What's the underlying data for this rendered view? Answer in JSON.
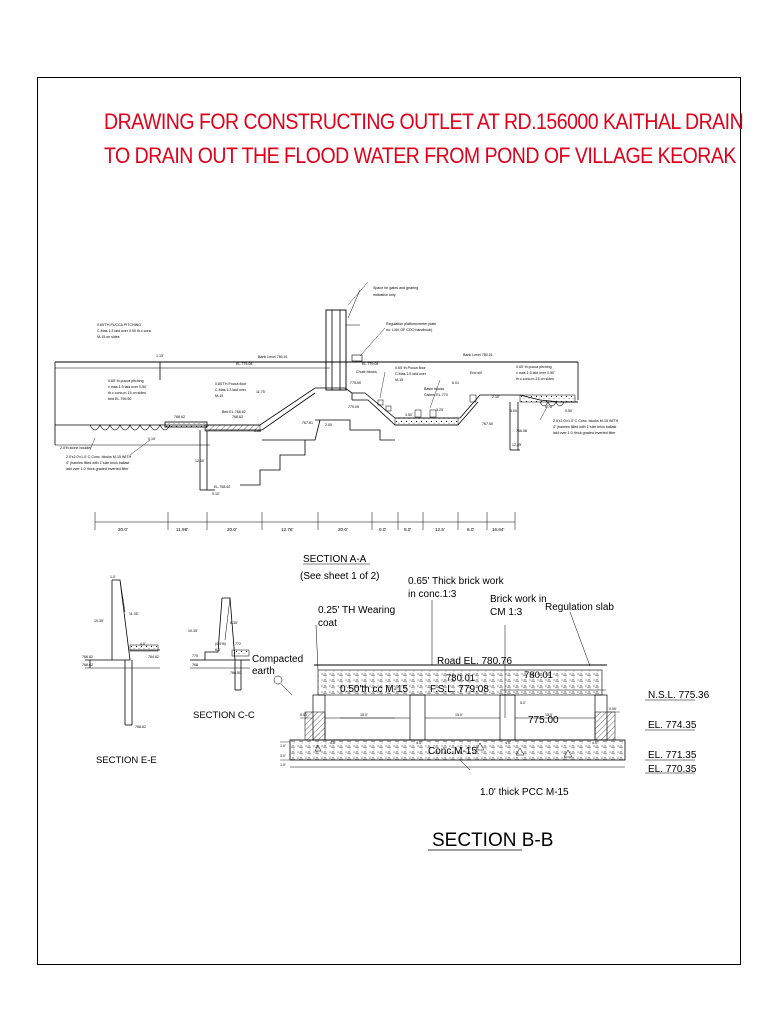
{
  "title": {
    "line1": "DRAWING FOR CONSTRUCTING OUTLET AT RD.156000 KAITHAL DRAIN",
    "line2": "TO DRAIN OUT THE FLOOD WATER FROM POND OF VILLAGE KEORAK"
  },
  "section_aa": {
    "label": "SECTION A-A",
    "ref": "(See sheet 1 of 2)",
    "notes": {
      "space_gates_1": "Space for gates and gearing",
      "space_gates_2": "indicative only",
      "reg_platform_1": "Regulation platform/meter plate",
      "reg_platform_2": "no. LXIII OF CDO handbook)",
      "pitching_top_1": "0.65'TH.PUCCA PITCHING",
      "pitching_top_2": "C.Mas.1:3 laid over 0.50 th.c.conc",
      "pitching_top_3": "M-15 on sides",
      "bank_left": "Bank Level 780.01",
      "bank_right": "Bank Level 780.01",
      "el_left": "EL.779.08",
      "el_mid": "EL.779.08",
      "top_left": "1.15'",
      "pitch_left_1": "0.65' th.pucca pitching",
      "pitch_left_2": "c.mas.1:3 laid over 0.50'",
      "pitch_left_3": "th.c.conc.m-15 on sides",
      "pitch_left_4": "bed EL.795.50",
      "floor_1": "0.65'TH.Pucca floor",
      "floor_2": "C.Mas.1:3 laid over",
      "floor_3": "M-15",
      "bed_el": "Bed EL.768.62",
      "v1175": "11.75'",
      "v775": "775.50",
      "v779": "779.05",
      "chute": "Chute blocks",
      "pucca_r1": "0.65' th.Pucca floor",
      "pucca_r2": "C.Mas.1:5 laid over",
      "pucca_r3": "M-15",
      "basin": "Basin blocks",
      "cistern": "Cistern EL.773",
      "end_sill": "End sill",
      "pitch_r1": "0.65' th.pucca pitching",
      "pitch_r2": "c.mas.1:3 laid over 0.50'",
      "pitch_r3": "th.c.conc.m-15 on sides",
      "v601": "6.01",
      "v210": "2.10'",
      "v078": "0.78'",
      "v050": "0.50'",
      "v500": "5.00",
      "v450": "4.50'",
      "v325": "3.25'",
      "v7658": "766.58",
      "v767": "767.50",
      "v7681": "768.62",
      "v7682": "768.62",
      "v7675": "767.81",
      "v200": "2.00",
      "v010": "0.10'",
      "v1210": "12.10'",
      "v1mid": "1.25'",
      "boulder": "2.0'th.stone boulder",
      "blocks_l1": "2.0'x2.0'x1.0' C.Conc. blocks M-15 WITH",
      "blocks_l2": "4\" jhanries filled with 1\"size brick ballast",
      "blocks_l3": "laid over 1.0' thick graded inverted filter",
      "blocks_r1": "2.0'x2.0'x1.0' C.Conc. blocks M-15 WITH",
      "blocks_r2": "4\" jhanries filled with 1\"size brick ballast",
      "blocks_r3": "laid over 1.0' thick graded inverted filter",
      "el_low": "EL.758.62",
      "v0bot": "0.10'",
      "v1225": "12.25'"
    },
    "dimensions": [
      "20.0'",
      "11.98'",
      "20.0'",
      "12.76'",
      "20.0'",
      "9.0'",
      "9.0'",
      "12.5'",
      "6.0'",
      "16.64'"
    ]
  },
  "section_ee": {
    "label": "SECTION E-E",
    "v1": "1.0'",
    "v2": "10.35'",
    "v3": "11.35'",
    "v4": "4.0'",
    "v5": "766.62",
    "v6": "766.62",
    "v7": "764.62",
    "v8": "768.62"
  },
  "section_cc": {
    "label": "SECTION C-C",
    "v1": "10.35'",
    "v2": "8.35'",
    "v3": "(0.0'th)",
    "v4": "6.0'",
    "v5": "772",
    "v6": "770",
    "v7": "768",
    "v8": "766.50",
    "compacted_1": "Compacted",
    "compacted_2": "earth"
  },
  "section_bb": {
    "label": "SECTION B-B",
    "brick_thick_1": "0.65' Thick brick work",
    "brick_thick_2": "in conc.1:3",
    "wearing_1": "0.25' TH Wearing",
    "wearing_2": "coat",
    "brick_cm_1": "Brick work in",
    "brick_cm_2": "CM 1:3",
    "reg_slab": "Regulation slab",
    "road_el": "Road EL. 780.76",
    "v78001": "780.01",
    "v78001b": "780.01",
    "cc_m15": "0.50'th cc M-15",
    "fsl": "F.S.L. 779.08",
    "el775": "775.00",
    "conc_m15": "Conc.M-15",
    "pcc": "1.0' thick PCC M-15",
    "nsl": "N.S.L. 775.36",
    "el77435": "EL. 774.35",
    "el77135": "EL. 771.35",
    "el77035": "EL. 770.35",
    "dim_a": "15.0'",
    "dim_b": "15.0'",
    "dim_c": "15.0'",
    "dim_d": "4.0'",
    "dim_e": "4.0'",
    "dim_f": "4.0'",
    "dim_g": "4.0'",
    "dim_h": "0.50'",
    "dim_i": "0.50'",
    "dim_j": "1.0'",
    "dim_k": "5.0'",
    "dim_l": "3.0'",
    "dim_m": "1.0'"
  }
}
